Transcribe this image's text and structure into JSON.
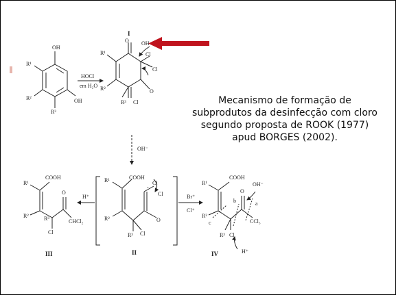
{
  "caption": {
    "line1": "Mecanismo de formação de",
    "line2": "subprodutos da desinfecção com cloro",
    "line3": "segundo proposta de ROOK (1977)",
    "line4": "apud BORGES (2002)."
  },
  "reaction": {
    "reagent_main": "HOCl",
    "solvent": "em H₂O",
    "hydroxide_top": "OH",
    "hydroxide_down": "OH⁻",
    "hydroxide_iv": "OH⁻",
    "bromide": "Br⁺",
    "chloride": "Cl⁺",
    "proton_left": "H⁺",
    "proton_iv": "H⁺"
  },
  "labels": {
    "roman_1": "I",
    "roman_2": "II",
    "roman_3": "III",
    "roman_4": "IV",
    "r1": "R¹",
    "r2": "R²",
    "r3": "R³",
    "cl": "Cl",
    "o": "O",
    "oh": "OH",
    "cooh": "COOH",
    "chcl2": "CHCl₂",
    "ccl3": "CCl₃",
    "minus": "-",
    "site_a": "a",
    "site_b": "b",
    "site_c": "c"
  },
  "colors": {
    "highlight_arrow": "#c0141e",
    "ink": "#222222"
  }
}
